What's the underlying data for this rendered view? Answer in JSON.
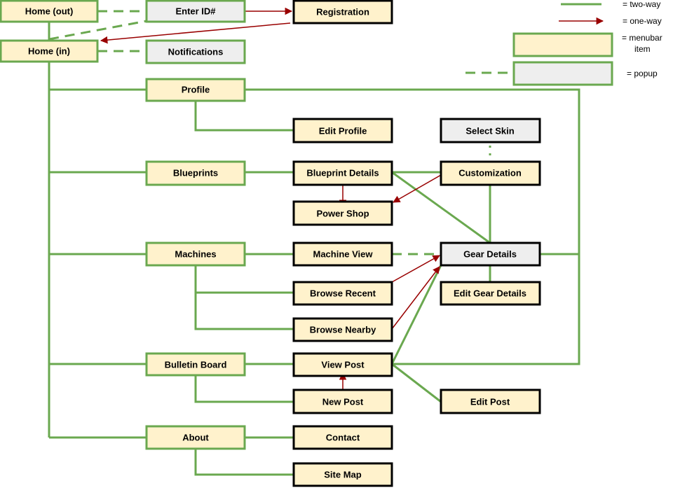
{
  "colors": {
    "two_way": "#6aa84f",
    "one_way": "#990000",
    "menubar_fill": "#fff2cc",
    "popup_fill": "#eeeeee",
    "box_border": "#6aa84f",
    "plain_border": "#000000"
  },
  "nodes": [
    {
      "id": "home_out",
      "label": "Home (out)",
      "kind": "menubar"
    },
    {
      "id": "enter_id",
      "label": "Enter ID#",
      "kind": "popup"
    },
    {
      "id": "registration",
      "label": "Registration",
      "kind": "page"
    },
    {
      "id": "home_in",
      "label": "Home (in)",
      "kind": "menubar"
    },
    {
      "id": "notifications",
      "label": "Notifications",
      "kind": "popup"
    },
    {
      "id": "profile",
      "label": "Profile",
      "kind": "menubar"
    },
    {
      "id": "edit_profile",
      "label": "Edit Profile",
      "kind": "page"
    },
    {
      "id": "select_skin",
      "label": "Select Skin",
      "kind": "popup-plain"
    },
    {
      "id": "blueprints",
      "label": "Blueprints",
      "kind": "menubar"
    },
    {
      "id": "blueprint_details",
      "label": "Blueprint Details",
      "kind": "page"
    },
    {
      "id": "customization",
      "label": "Customization",
      "kind": "page"
    },
    {
      "id": "power_shop",
      "label": "Power Shop",
      "kind": "page"
    },
    {
      "id": "machines",
      "label": "Machines",
      "kind": "menubar"
    },
    {
      "id": "machine_view",
      "label": "Machine View",
      "kind": "page"
    },
    {
      "id": "gear_details",
      "label": "Gear Details",
      "kind": "popup-plain"
    },
    {
      "id": "browse_recent",
      "label": "Browse Recent",
      "kind": "page"
    },
    {
      "id": "edit_gear_details",
      "label": "Edit Gear Details",
      "kind": "page"
    },
    {
      "id": "browse_nearby",
      "label": "Browse Nearby",
      "kind": "page"
    },
    {
      "id": "bulletin_board",
      "label": "Bulletin Board",
      "kind": "menubar"
    },
    {
      "id": "view_post",
      "label": "View Post",
      "kind": "page"
    },
    {
      "id": "new_post",
      "label": "New Post",
      "kind": "page"
    },
    {
      "id": "edit_post",
      "label": "Edit Post",
      "kind": "page"
    },
    {
      "id": "about",
      "label": "About",
      "kind": "menubar"
    },
    {
      "id": "contact",
      "label": "Contact",
      "kind": "page"
    },
    {
      "id": "site_map",
      "label": "Site Map",
      "kind": "page"
    }
  ],
  "legend": {
    "two_way": "= two-way",
    "one_way": "= one-way",
    "menubar_line1": "= menubar",
    "menubar_line2": "item",
    "popup": "= popup"
  }
}
